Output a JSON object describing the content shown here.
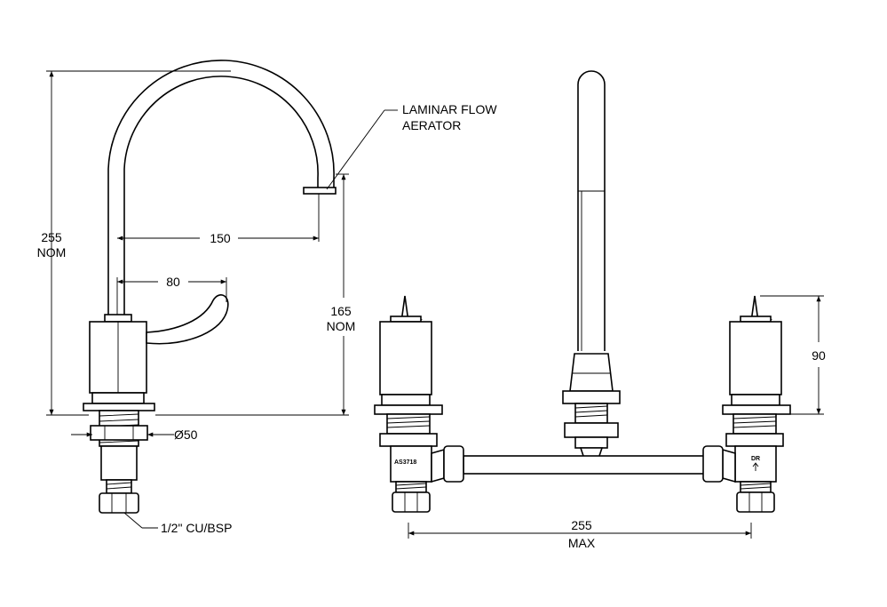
{
  "annotations": {
    "aerator_line1": "LAMINAR FLOW",
    "aerator_line2": "AERATOR",
    "connection": "1/2\" CU/BSP",
    "marking_left": "AS3718",
    "marking_right": "DR"
  },
  "dimensions": {
    "height_total": "255",
    "height_total_suffix": "NOM",
    "spout_reach": "150",
    "handle_reach": "80",
    "spout_height": "165",
    "spout_height_suffix": "NOM",
    "diameter": "Ø50",
    "handle_height": "90",
    "span": "255",
    "span_suffix": "MAX"
  },
  "colors": {
    "line": "#000000",
    "background": "#ffffff"
  }
}
